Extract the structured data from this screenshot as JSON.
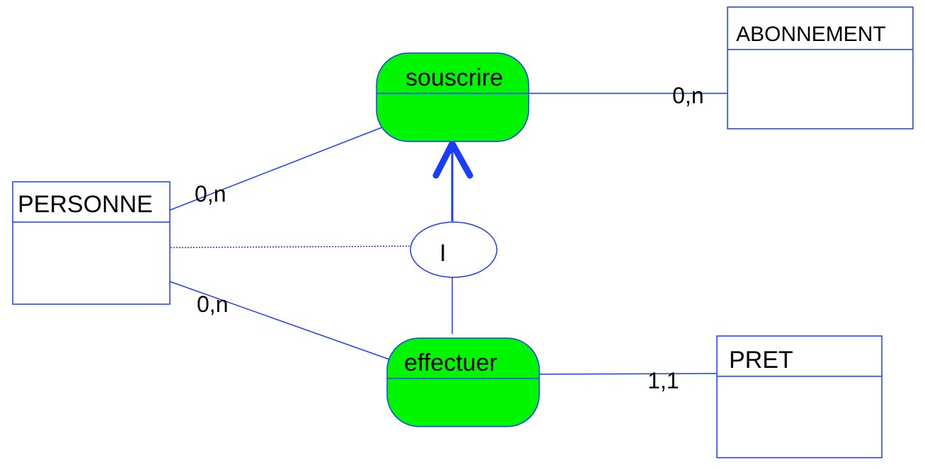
{
  "colors": {
    "line": "#1a3cff",
    "association_fill": "#00f500",
    "entity_fill": "#ffffff"
  },
  "entities": {
    "abonnement": {
      "name": "ABONNEMENT"
    },
    "personne": {
      "name": "PERSONNE"
    },
    "pret": {
      "name": "PRET"
    }
  },
  "associations": {
    "souscrire": {
      "name": "souscrire"
    },
    "effectuer": {
      "name": "effectuer"
    }
  },
  "constraint": {
    "label": "I"
  },
  "cardinalities": {
    "souscrire_abonnement": "0,n",
    "personne_souscrire": "0,n",
    "personne_effectuer": "0,n",
    "effectuer_pret": "1,1"
  }
}
